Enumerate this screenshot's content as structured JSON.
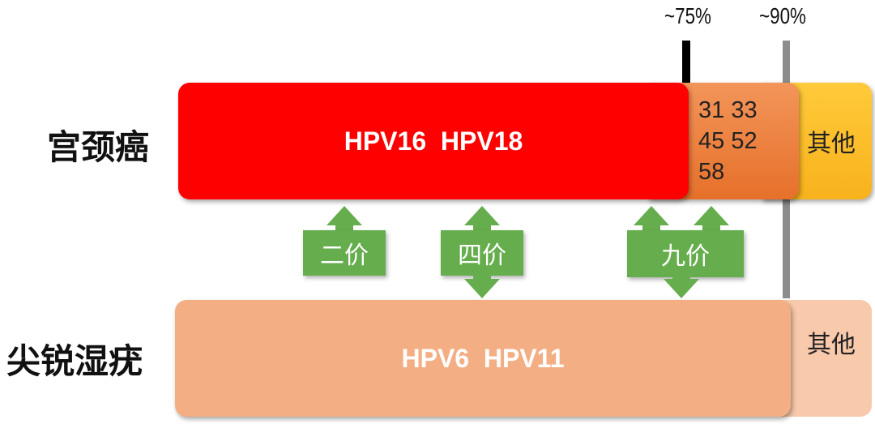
{
  "markers": [
    {
      "label": "~75%",
      "color": "#000000"
    },
    {
      "label": "~90%",
      "color": "#8c8c8c"
    }
  ],
  "cervical": {
    "label": "宫颈癌",
    "main_types": "HPV16  HPV18",
    "other_types": [
      "31 33",
      "45 52",
      "58"
    ],
    "other_label": "其他",
    "colors": {
      "main": "#ff0000",
      "mid": "#ef7d3b",
      "other": "#fcc02e"
    }
  },
  "warts": {
    "label": "尖锐湿疣",
    "main_types": "HPV6  HPV11",
    "other_label": "其他",
    "colors": {
      "main": "#f4ae84",
      "other": "#f8c9ab"
    }
  },
  "vaccines": [
    {
      "label": "二价",
      "covers": [
        "cervical"
      ]
    },
    {
      "label": "四价",
      "covers": [
        "cervical",
        "warts"
      ]
    },
    {
      "label": "九价",
      "covers": [
        "cervical",
        "warts"
      ]
    }
  ],
  "vaccine_color": "#66ad4e"
}
